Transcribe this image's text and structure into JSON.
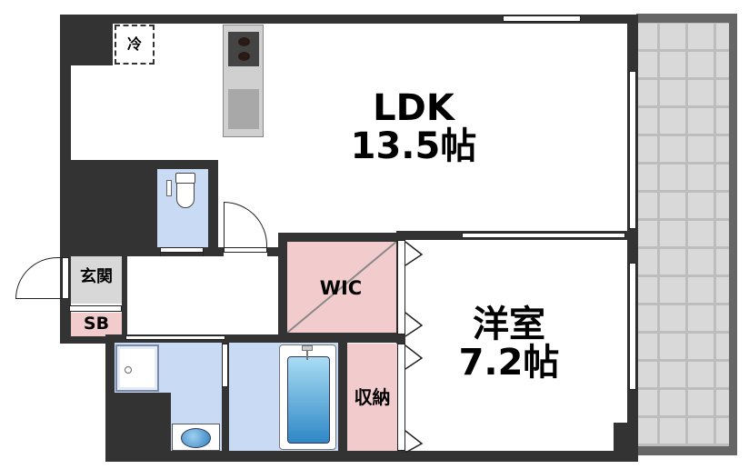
{
  "floorplan": {
    "rooms": {
      "ldk": {
        "name": "LDK",
        "size": "13.5帖"
      },
      "western": {
        "name": "洋室",
        "size": "7.2帖"
      },
      "wic": {
        "name": "WIC"
      },
      "storage": {
        "name": "収納"
      },
      "entrance": {
        "name": "玄関"
      },
      "shoe_box": {
        "name": "SB"
      },
      "fridge": {
        "name": "冷"
      }
    },
    "colors": {
      "wall": "#333333",
      "closet_pink": "#f2cccc",
      "wet_blue": "#c9daf5",
      "entrance_gray": "#d8d8d8",
      "balcony_gray": "#d9d9d9",
      "balcony_frame": "#666666"
    }
  }
}
